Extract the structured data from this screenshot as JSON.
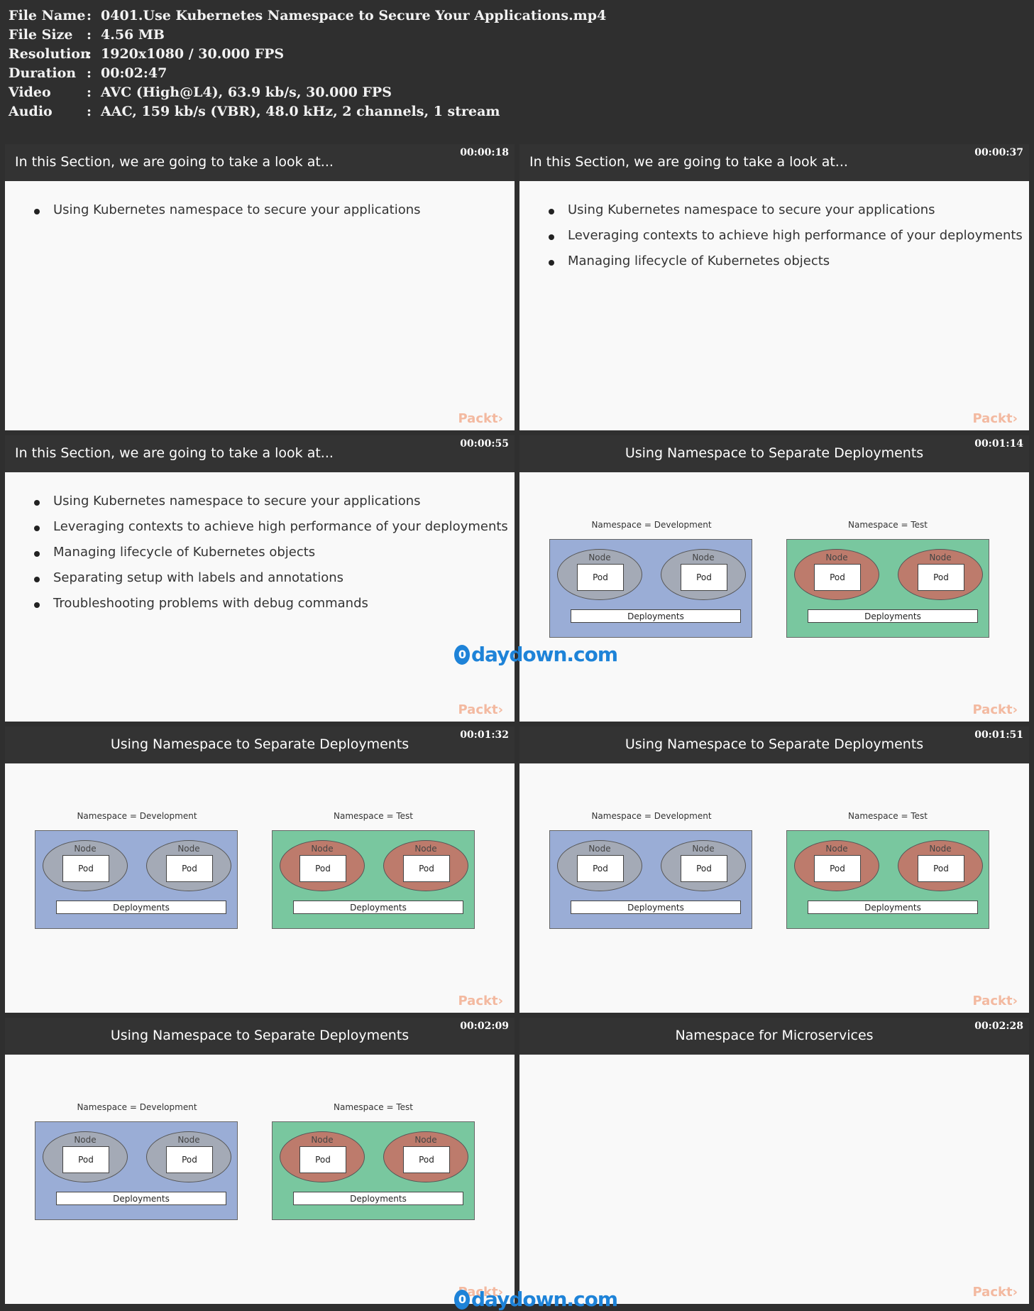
{
  "meta": [
    {
      "key": "File Name",
      "value": "0401.Use Kubernetes Namespace to Secure Your Applications.mp4"
    },
    {
      "key": "File Size",
      "value": "4.56 MB"
    },
    {
      "key": "Resolution",
      "value": "1920x1080 / 30.000 FPS"
    },
    {
      "key": "Duration",
      "value": "00:02:47"
    },
    {
      "key": "Video",
      "value": "AVC (High@L4), 63.9 kb/s, 30.000 FPS"
    },
    {
      "key": "Audio",
      "value": "AAC, 159 kb/s (VBR), 48.0 kHz, 2 channels, 1 stream"
    }
  ],
  "colon": ":",
  "packt": "Packt›",
  "watermark": {
    "zero": "0",
    "text": "daydown.com"
  },
  "bullets": [
    "Using Kubernetes namespace to secure your applications",
    "Leveraging contexts to achieve high performance of your deployments",
    "Managing lifecycle of Kubernetes objects",
    "Separating setup with labels and annotations",
    "Troubleshooting problems with debug commands"
  ],
  "diagram": {
    "dev_label": "Namespace = Development",
    "test_label": "Namespace = Test",
    "node": "Node",
    "pod": "Pod",
    "deployments": "Deployments"
  },
  "frames": [
    {
      "title": "In this Section, we are going to take a look at...",
      "time": "00:00:18"
    },
    {
      "title": "In this Section, we are going to take a look at...",
      "time": "00:00:37"
    },
    {
      "title": "In this Section, we are going to take a look at...",
      "time": "00:00:55"
    },
    {
      "title": "Using Namespace to Separate Deployments",
      "time": "00:01:14"
    },
    {
      "title": "Using Namespace to Separate Deployments",
      "time": "00:01:32"
    },
    {
      "title": "Using Namespace to Separate Deployments",
      "time": "00:01:51"
    },
    {
      "title": "Using Namespace to Separate Deployments",
      "time": "00:02:09"
    },
    {
      "title": "Namespace for Microservices",
      "time": "00:02:28"
    }
  ]
}
